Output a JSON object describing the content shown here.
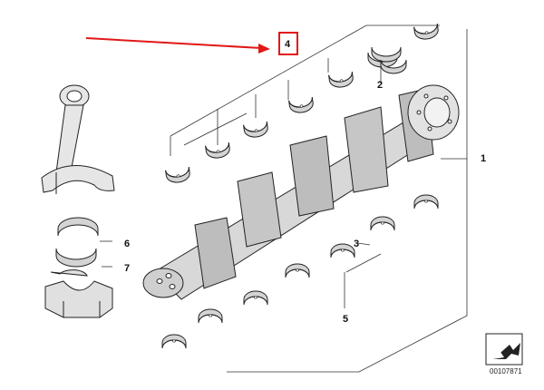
{
  "diagram": {
    "callouts": {
      "c1": "1",
      "c2": "2",
      "c3": "3",
      "c4": "4",
      "c5": "5",
      "c6": "6",
      "c7": "7"
    },
    "reference_code": "00107871",
    "colors": {
      "line": "#222222",
      "shade": "#cfcfcf",
      "highlight_box": "#e01818",
      "arrow": "#e01818"
    },
    "icons": {
      "navigation": "corner-arrow-icon"
    }
  }
}
